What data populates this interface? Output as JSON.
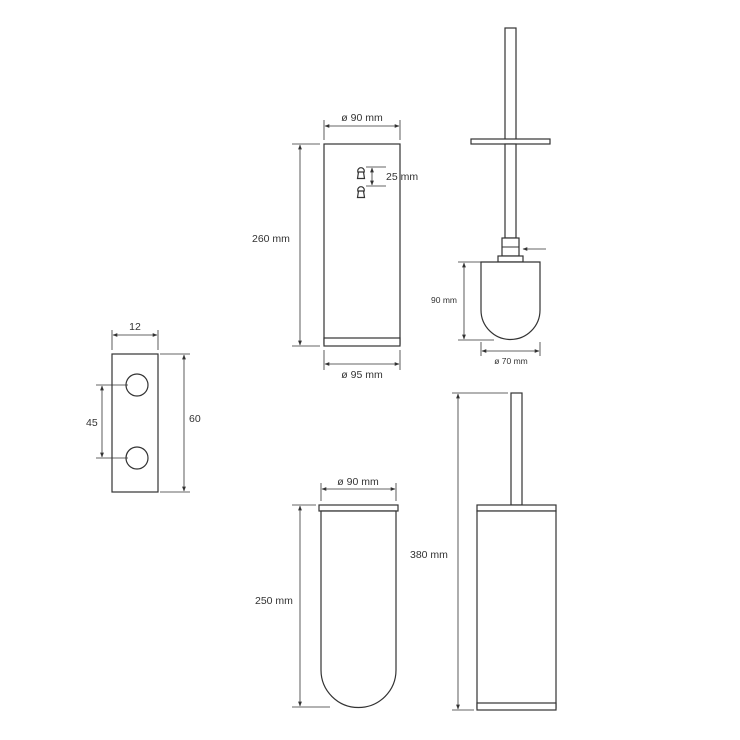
{
  "bracket": {
    "width": "12",
    "height": "60",
    "hole_spacing": "45"
  },
  "container_front": {
    "top_diameter": "ø 90 mm",
    "bottom_diameter": "ø 95 mm",
    "height": "260 mm",
    "keyhole_spacing": "25 mm"
  },
  "brush": {
    "head_height": "90 mm",
    "head_diameter": "ø 70 mm"
  },
  "cup": {
    "diameter": "ø 90 mm",
    "height": "250 mm"
  },
  "assembly": {
    "total_height": "380 mm"
  }
}
